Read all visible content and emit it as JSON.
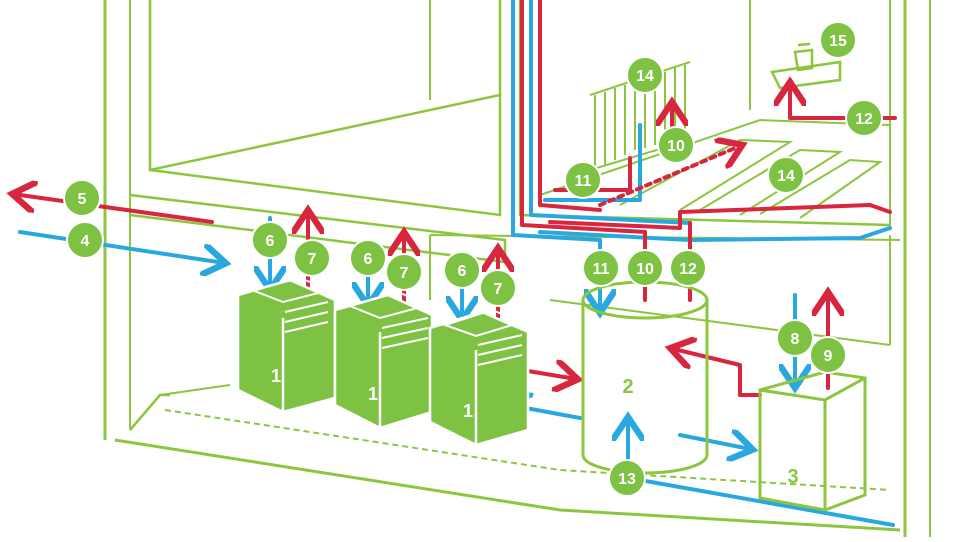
{
  "diagram": {
    "colors": {
      "outline": "#8cc63f",
      "unit_fill": "#7dc242",
      "badge_fill": "#7dc242",
      "badge_text": "#ffffff",
      "hot_pipe": "#d7263d",
      "cold_pipe": "#29a8df",
      "background": "#ffffff"
    },
    "markers": {
      "m1a": "1",
      "m1b": "1",
      "m1c": "1",
      "m2": "2",
      "m3": "3",
      "m4": "4",
      "m5": "5",
      "m6a": "6",
      "m6b": "6",
      "m6c": "6",
      "m7a": "7",
      "m7b": "7",
      "m7c": "7",
      "m8": "8",
      "m9": "9",
      "m10a": "10",
      "m10b": "10",
      "m11a": "11",
      "m11b": "11",
      "m12a": "12",
      "m12b": "12",
      "m13": "13",
      "m14a": "14",
      "m14b": "14",
      "m15": "15"
    }
  }
}
